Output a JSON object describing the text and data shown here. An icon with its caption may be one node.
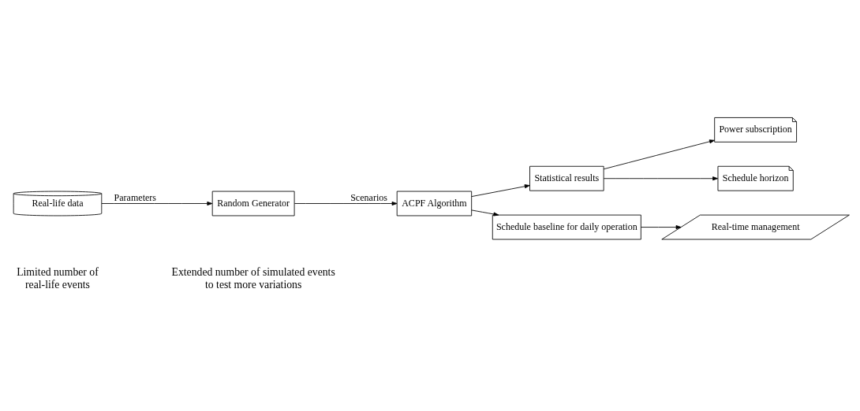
{
  "diagram": {
    "nodes": [
      {
        "text": [
          "Real-life data"
        ]
      },
      {
        "text": [
          "Random Generator"
        ]
      },
      {
        "text": [
          "ACPF Algorithm"
        ]
      },
      {
        "text": [
          "Statistical results"
        ]
      },
      {
        "text": [
          "Power subscription"
        ]
      },
      {
        "text": [
          "Schedule horizon"
        ]
      },
      {
        "text": [
          "Schedule baseline for daily operation"
        ]
      },
      {
        "text": [
          "Real-time management"
        ]
      }
    ],
    "edges": [
      {
        "from": 0,
        "to": 1,
        "arrow": "to",
        "label": "Parameters"
      },
      {
        "from": 1,
        "to": 2,
        "arrow": "to",
        "label": "Scenarios"
      },
      {
        "from": 2,
        "to": 3,
        "arrow": "to"
      },
      {
        "from": 3,
        "to": 4,
        "arrow": "to"
      },
      {
        "from": 3,
        "to": 5,
        "arrow": "to"
      },
      {
        "from": 2,
        "to": 6,
        "arrow": "to"
      },
      {
        "from": 6,
        "to": 7,
        "arrow": "to"
      }
    ],
    "labels": [
      "Limited number of real-life events",
      "Extended number of simulated events to test more variations"
    ]
  }
}
